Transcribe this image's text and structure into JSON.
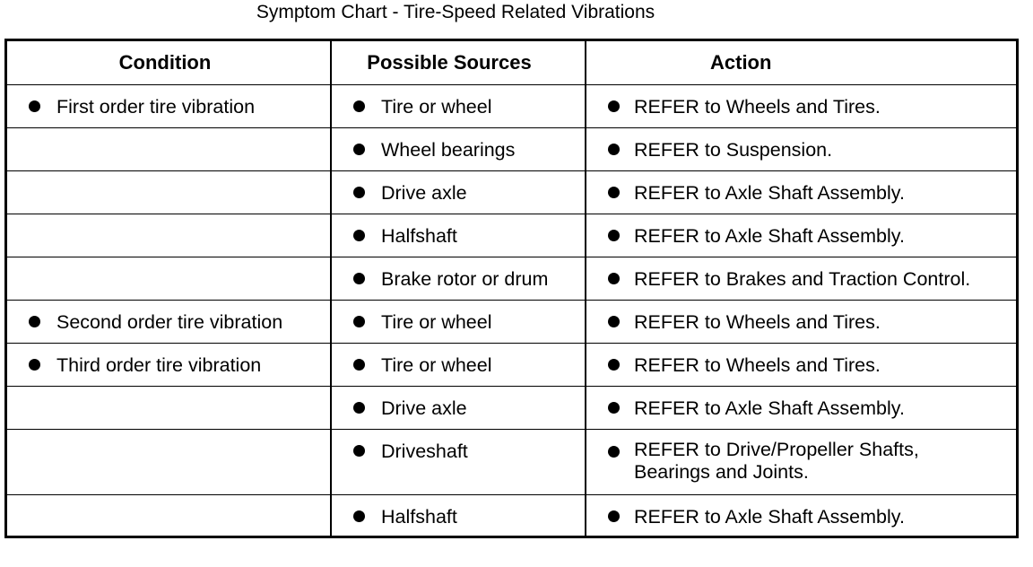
{
  "title": "Symptom Chart - Tire-Speed Related Vibrations",
  "headers": {
    "condition": "Condition",
    "sources": "Possible Sources",
    "action": "Action"
  },
  "rows": [
    {
      "condition": "First order tire vibration",
      "source": "Tire or wheel",
      "action": "REFER to Wheels and Tires."
    },
    {
      "condition": "",
      "source": "Wheel bearings",
      "action": "REFER to Suspension."
    },
    {
      "condition": "",
      "source": "Drive axle",
      "action": "REFER to Axle Shaft Assembly."
    },
    {
      "condition": "",
      "source": "Halfshaft",
      "action": "REFER to Axle Shaft Assembly."
    },
    {
      "condition": "",
      "source": "Brake rotor or drum",
      "action": "REFER to Brakes and Traction Control."
    },
    {
      "condition": "Second order tire vibration",
      "source": "Tire or wheel",
      "action": "REFER to Wheels and Tires."
    },
    {
      "condition": "Third order tire vibration",
      "source": "Tire or wheel",
      "action": "REFER to Wheels and Tires."
    },
    {
      "condition": "",
      "source": "Drive axle",
      "action": "REFER to Axle Shaft Assembly."
    },
    {
      "condition": "",
      "source": "Driveshaft",
      "action": "REFER to Drive/Propeller Shafts, Bearings and Joints."
    },
    {
      "condition": "",
      "source": "Halfshaft",
      "action": "REFER to Axle Shaft Assembly."
    }
  ]
}
